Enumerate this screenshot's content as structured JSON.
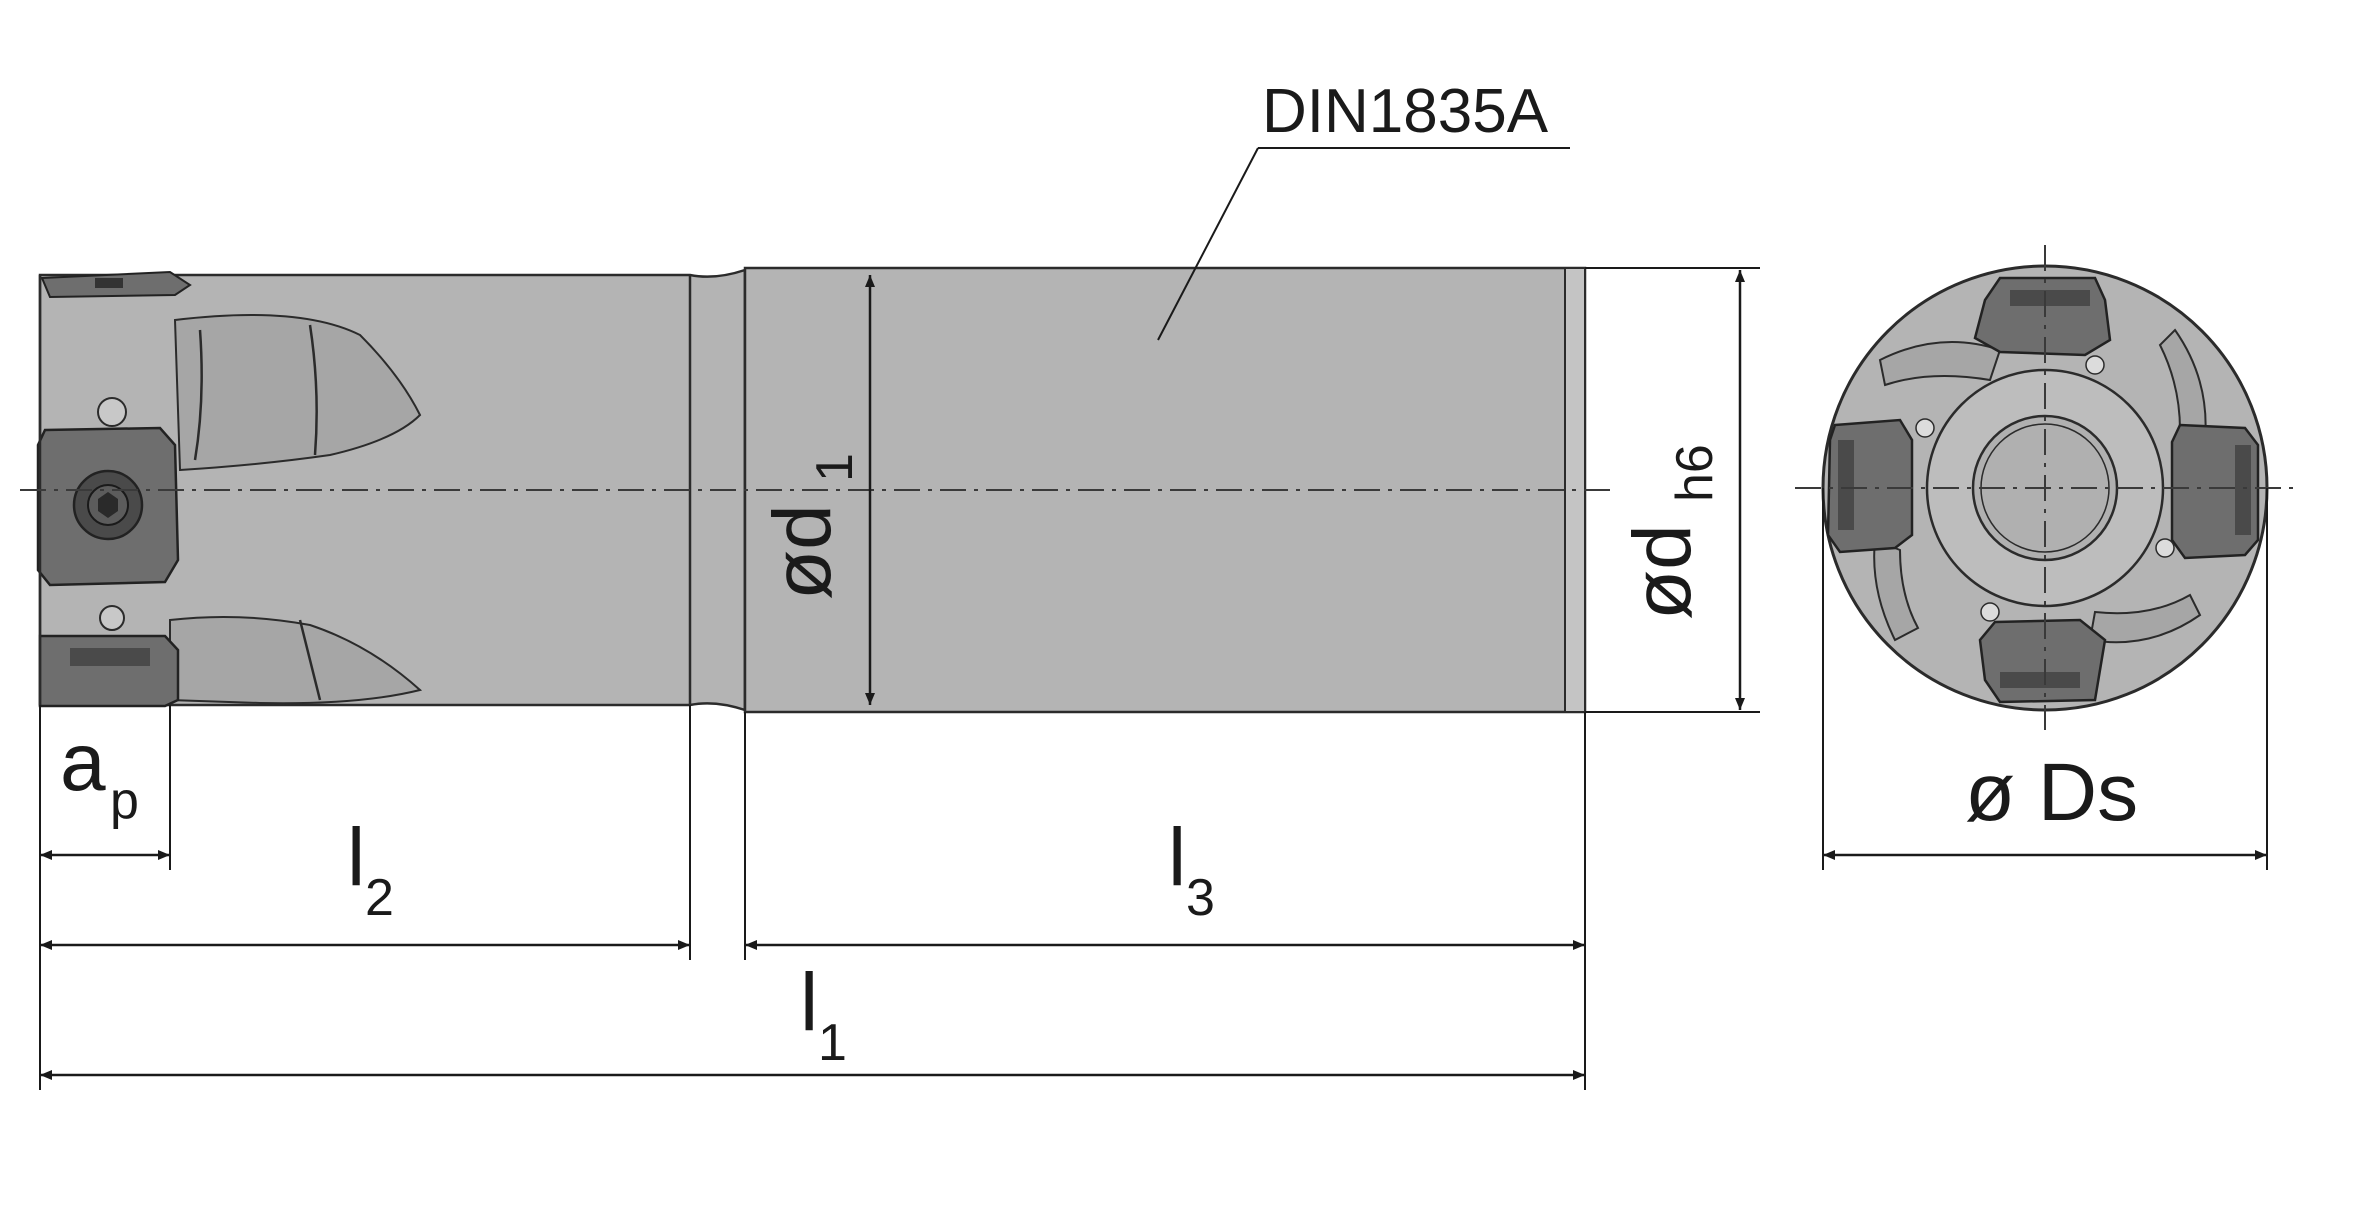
{
  "callout": {
    "standard": "DIN1835A"
  },
  "dimensions": {
    "ap": {
      "main": "a",
      "sub": "p"
    },
    "l2": {
      "main": "l",
      "sub": "2"
    },
    "l3": {
      "main": "l",
      "sub": "3"
    },
    "l1": {
      "main": "l",
      "sub": "1"
    },
    "d1": {
      "main": "ød",
      "sub": "1"
    },
    "dh6": {
      "main": "ød",
      "sub": "h6"
    },
    "ds": {
      "main": "ø Ds"
    }
  },
  "colors": {
    "body": "#b4b4b4",
    "body_dark": "#9a9a9a",
    "insert": "#6e6e6e",
    "insert_dark": "#4a4a4a",
    "line": "#1a1a1a"
  }
}
